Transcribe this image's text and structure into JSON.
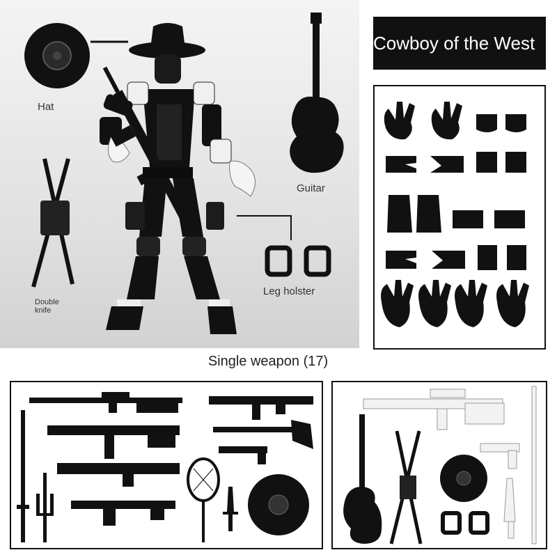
{
  "labels": {
    "hat": "Hat",
    "guitar": "Guitar",
    "leg_holster": "Leg holster",
    "double_knife_line1": "Double",
    "double_knife_line2": "knife"
  },
  "title": "Cowboy of the West",
  "section_caption": "Single weapon (17)",
  "colors": {
    "accessory": "#111111",
    "background": "#e6e6e6",
    "white_accessory": "#f2f2f2"
  },
  "icons": [
    "hat-icon",
    "guitar-icon",
    "leg-holster-icon",
    "double-knife-icon",
    "hand-icon",
    "rifle-icon",
    "axe-icon",
    "racket-icon",
    "shield-icon",
    "katana-icon"
  ]
}
